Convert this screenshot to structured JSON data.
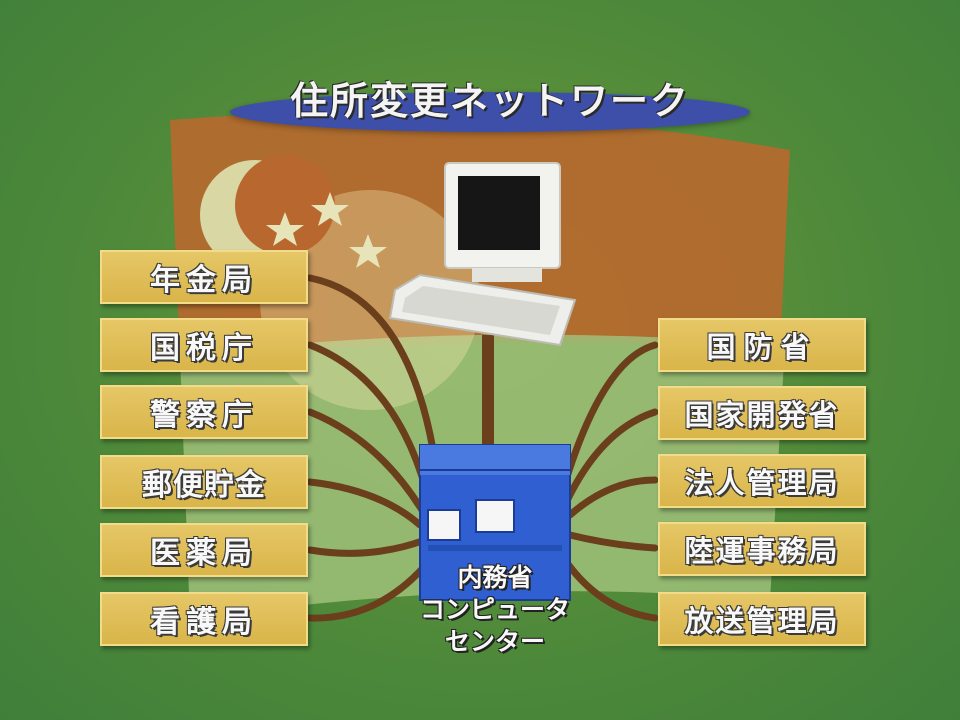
{
  "title": "住所変更ネットワーク",
  "left_agencies": [
    "年金局",
    "国税庁",
    "警察庁",
    "郵便貯金",
    "医薬局",
    "看護局"
  ],
  "right_agencies": [
    "国防省",
    "国家開発省",
    "法人管理局",
    "陸運事務局",
    "放送管理局"
  ],
  "center": {
    "line1": "内務省",
    "line2": "コンピュータ",
    "line3": "センター"
  },
  "colors": {
    "background": "#4f8a3a",
    "title_ellipse": "#3d4fa8",
    "agency_box": "#dcb84e",
    "server": "#2f5fd0",
    "flag_red": "#b8682e",
    "flag_white": "#9fc07a"
  },
  "icons": [
    "monitor-icon",
    "keyboard-icon",
    "server-icon",
    "crescent-icon",
    "star-icon"
  ]
}
